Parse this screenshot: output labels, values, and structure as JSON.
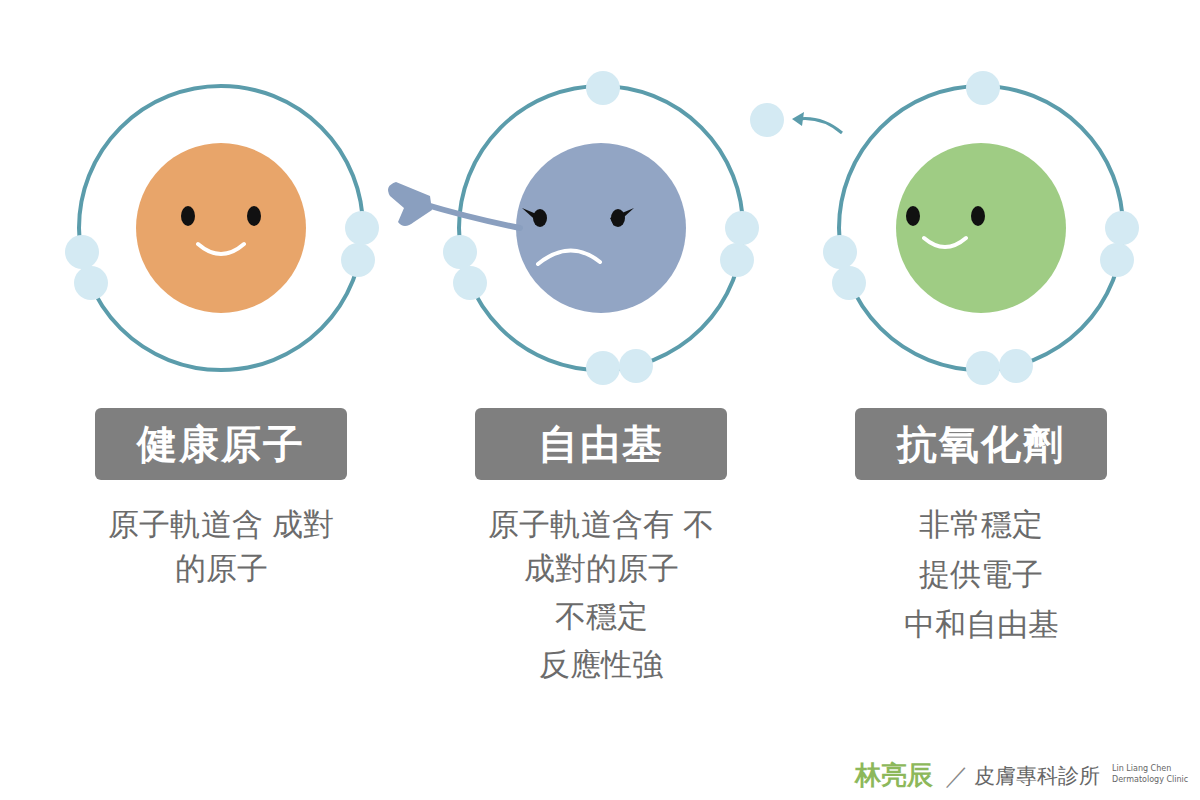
{
  "diagram": {
    "nodes": [
      {
        "text": [
          "健康原子",
          "原子軌道含 成對的原子"
        ]
      },
      {
        "text": [
          "自由基",
          "原子軌道含有 不成對的原子",
          "不穩定",
          "反應性強"
        ]
      },
      {
        "text": [
          "抗氧化劑",
          "非常穩定",
          "提供電子",
          "中和自由基"
        ]
      }
    ],
    "labels": [
      "林亮辰",
      "／",
      "皮膚專科診所",
      "Lin Liang Chen",
      "Dermatology Clinic"
    ]
  }
}
